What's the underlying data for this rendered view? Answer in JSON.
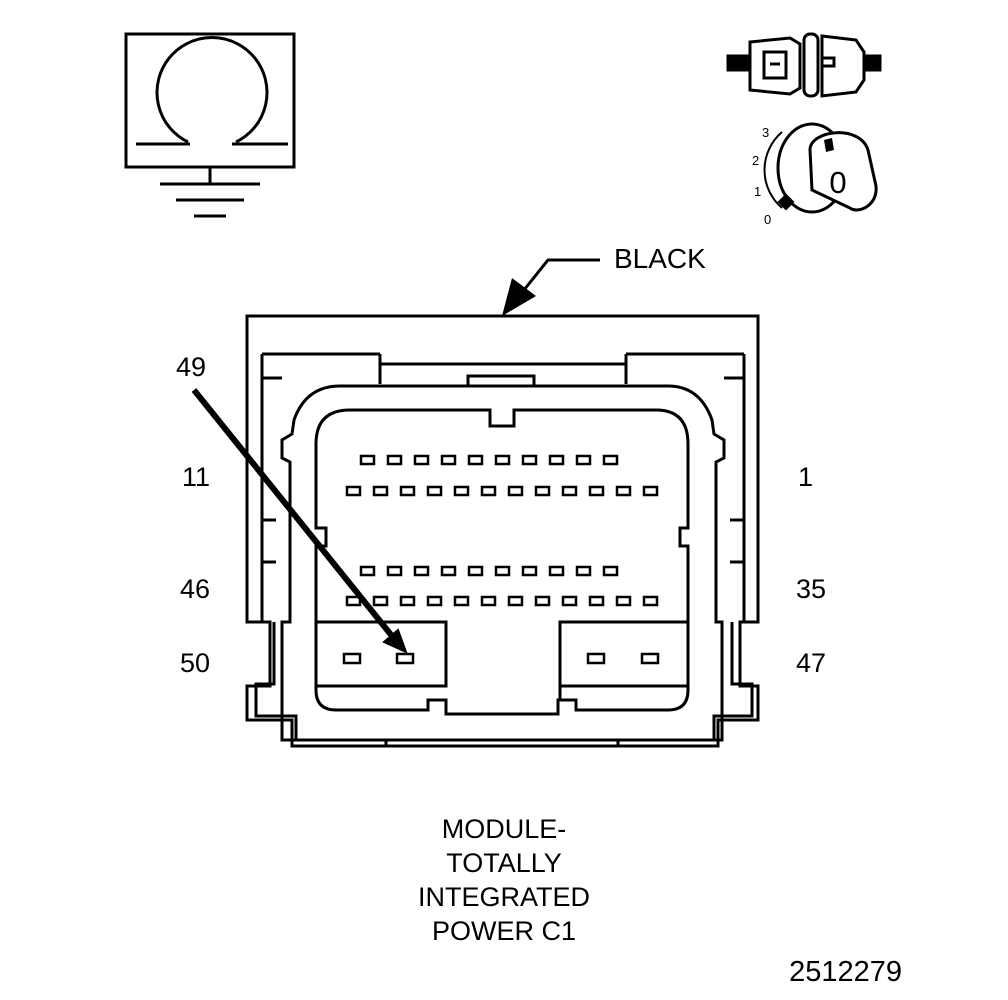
{
  "connector": {
    "color_label": "BLACK",
    "pin_labels": {
      "top_left": "11",
      "top_right": "1",
      "mid_left": "46",
      "mid_right": "35",
      "bottom_left": "50",
      "bottom_right": "47",
      "callout": "49"
    }
  },
  "probe_icon": {
    "key_digit": "0",
    "scale": [
      "3",
      "2",
      "1",
      "0"
    ]
  },
  "caption": {
    "lines": [
      "MODULE-",
      "TOTALLY",
      "INTEGRATED",
      "POWER C1"
    ]
  },
  "figure_number": "2512279",
  "colors": {
    "line": "#000000",
    "background": "#ffffff"
  }
}
